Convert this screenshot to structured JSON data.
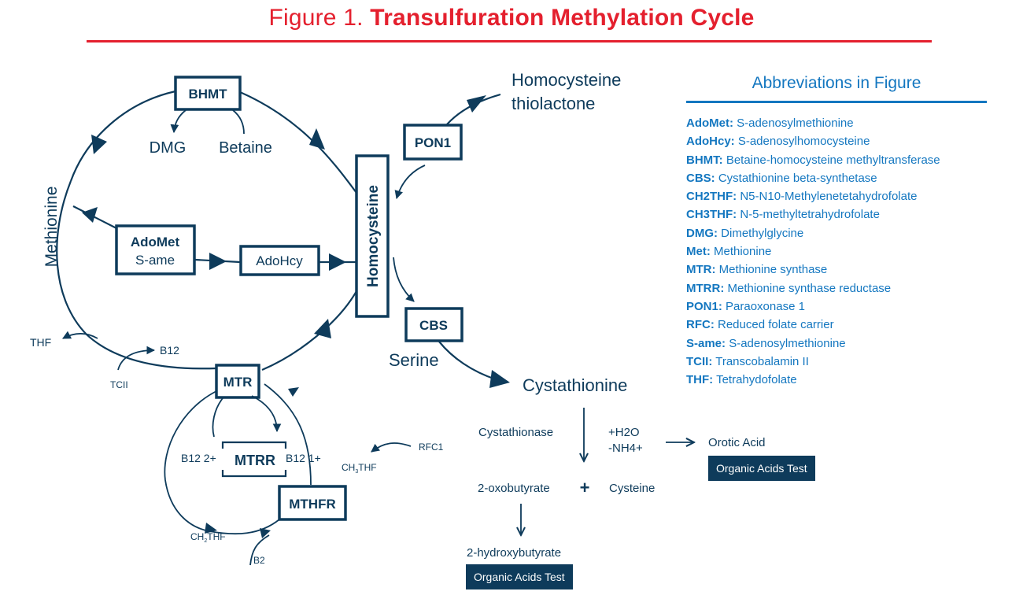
{
  "title": {
    "lead": "Figure 1.",
    "main": "Transulfuration Methylation Cycle"
  },
  "colors": {
    "title_red": "#e4202e",
    "diagram_navy": "#0e3b5b",
    "legend_blue": "#1477c0"
  },
  "diagram": {
    "enzymes": {
      "bhmt": "BHMT",
      "pon1": "PON1",
      "cbs": "CBS",
      "mtr": "MTR",
      "mtrr": "MTRR",
      "mthfr": "MTHFR"
    },
    "nodes": {
      "homocysteine": "Homocysteine",
      "homocysteine_thiolactone_1": "Homocysteine",
      "homocysteine_thiolactone_2": "thiolactone",
      "methionine": "Methionine",
      "adomet": "AdoMet",
      "same": "S-ame",
      "adohcy": "AdoHcy",
      "dmg": "DMG",
      "betaine": "Betaine",
      "serine": "Serine",
      "cystathionine": "Cystathionine",
      "thf": "THF",
      "b12": "B12",
      "tcii": "TCII",
      "b12_2plus": "B12 2+",
      "b12_1plus": "B12 1+",
      "rfc1": "RFC1",
      "ch3thf_main": "CH",
      "ch3thf_sub": "3",
      "ch3thf_tail": "THF",
      "ch2thf_main": "CH",
      "ch2thf_sub": "2",
      "ch2thf_tail": "THF",
      "b2": "B2",
      "cystathionase": "Cystathionase",
      "h2o": "+H2O",
      "nh4": "-NH4+",
      "orotic_acid": "Orotic Acid",
      "oxobutyrate": "2-oxobutyrate",
      "plus": "+",
      "cysteine": "Cysteine",
      "hydroxybutyrate": "2-hydroxybutyrate"
    },
    "badges": {
      "orotic_test": "Organic Acids Test",
      "hydroxy_test": "Organic Acids Test"
    }
  },
  "abbreviations": {
    "title": "Abbreviations in Figure",
    "items": [
      {
        "key": "AdoMet:",
        "value": "S-adenosylmethionine"
      },
      {
        "key": "AdoHcy:",
        "value": "S-adenosylhomocysteine"
      },
      {
        "key": "BHMT:",
        "value": "Betaine-homocysteine methyltransferase"
      },
      {
        "key": "CBS:",
        "value": "Cystathionine beta-synthetase"
      },
      {
        "key": "CH2THF:",
        "value": "N5-N10-Methylenetetahydrofolate"
      },
      {
        "key": "CH3THF:",
        "value": "N-5-methyltetrahydrofolate"
      },
      {
        "key": "DMG:",
        "value": "Dimethylglycine"
      },
      {
        "key": "Met:",
        "value": "Methionine"
      },
      {
        "key": "MTR:",
        "value": "Methionine synthase"
      },
      {
        "key": "MTRR:",
        "value": "Methionine synthase reductase"
      },
      {
        "key": "PON1:",
        "value": "Paraoxonase 1"
      },
      {
        "key": "RFC:",
        "value": "Reduced folate carrier"
      },
      {
        "key": "S-ame:",
        "value": "S-adenosylmethionine"
      },
      {
        "key": "TCII:",
        "value": "Transcobalamin II"
      },
      {
        "key": "THF:",
        "value": "Tetrahydofolate"
      }
    ]
  }
}
